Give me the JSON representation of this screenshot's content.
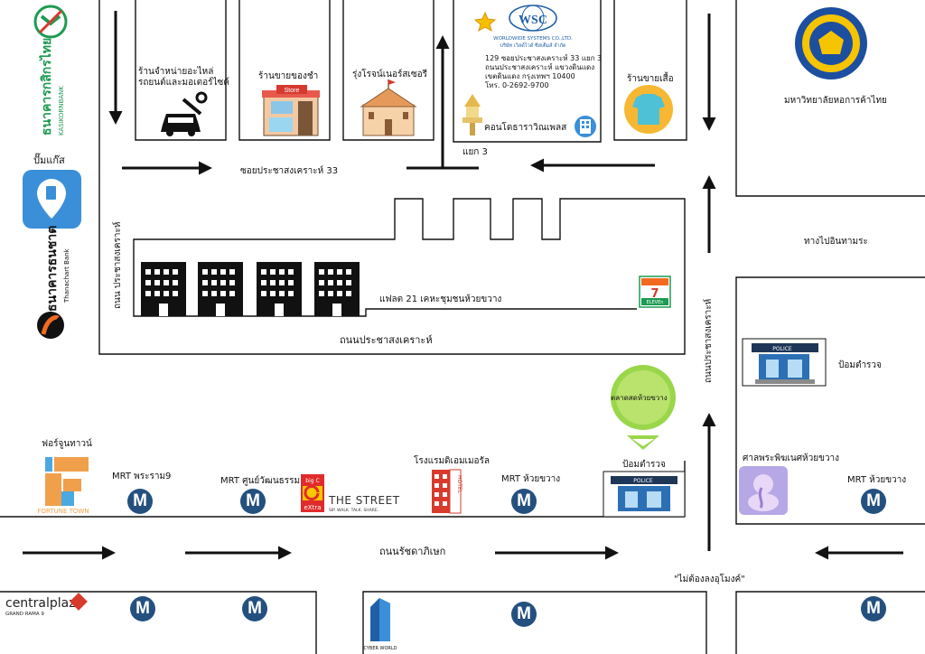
{
  "labels": {
    "parts_shop": [
      "ร้านจำหน่ายอะไหล่",
      "รถยนต์และมอเตอร์ไซค์"
    ],
    "grocery": "ร้านขายของชำ",
    "nursery": "รุ่งโรจน์เนอร์สเซอรี",
    "shirt_shop": "ร้านขายเสื้อ",
    "condo": "คอนโดธาราวิณเพลส",
    "junction": "แยก 3",
    "soi33": "ซอยประชาสงเคราะห์ 33",
    "university": "มหาวิทยาลัยหอการค้าไทย",
    "to_din_daeng": "ทางไปอินทามระ",
    "flats": "แฟลต 21 เคหะชุมชนห้วยขวาง",
    "road_pracha": "ถนนประชาสงเคราะห์",
    "road_pracha_left": "ถนน ประชาสงเคราะห์",
    "road_pracha_right": "ถนนประชาสงเคราะห์",
    "police_box": "ป้อมตำรวจ",
    "market": "ตลาดสดห้วยขวาง",
    "fortune": "ฟอร์จูนทาวน์",
    "mrt_rama9": "MRT พระราม9",
    "mrt_thailand_culture": "MRT ศูนย์วัฒนธรรม",
    "hotel": "โรงแรมดิเอมเมอรัล",
    "mrt_huai_khwang": "MRT ห้วยขวาง",
    "ganesh": "ศาลพระพิฆเนศห้วยขวาง",
    "road_ratchada": "ถนนรัชดาภิเษก",
    "no_underpass": "\"ไม่ต้องลงอุโมงค์\"",
    "gas": "ปั๊มแก๊ส"
  },
  "company": {
    "name": "WSC",
    "tagline": "WORLDWIDE SYSTEMS CO.,LTD.",
    "name_th": "บริษัท เวิลด์ไวด์ ซิสเต็มส์ จำกัด",
    "address_lines": [
      "129 ซอยประชาสงเคราะห์ 33 แยก 3",
      "ถนนประชาสงเคราะห์ แขวงดินแดง",
      "เขตดินแดง กรุงเทพฯ 10400",
      "โทร. 0-2692-9700"
    ]
  },
  "brands": {
    "kasikorn_th": "ธนาคารกสิกรไทย",
    "kasikorn_en": "KASIKORNBANK",
    "thanachart_th": "ธนาคารธนชาต",
    "thanachart_en": "Thanachart Bank",
    "store_sign": "Store",
    "seven_eleven": "ELEVEn",
    "fortune_en": "FORTUNE TOWN",
    "bigc": "big C",
    "bigc_extra": "eXtra",
    "the_street": "THE STREET",
    "the_street_sub": "SIP. WALK. TALK. SHARE.",
    "hotel_sign": "HOTEL",
    "police_sign": "POLICE",
    "central": "centralplaza",
    "central_sub": "GRAND RAMA 9",
    "cyberworld": "CYBER WORLD"
  },
  "colors": {
    "road_line": "#111111",
    "mrt_blue": "#24507f",
    "gas_blue": "#3a8fd8",
    "market_green": "#9ad64a",
    "shirt_orange": "#f7b733",
    "fortune_orange": "#f0a04b",
    "kasikorn_green": "#1e9a52",
    "thanachart_orange": "#f26a21"
  }
}
